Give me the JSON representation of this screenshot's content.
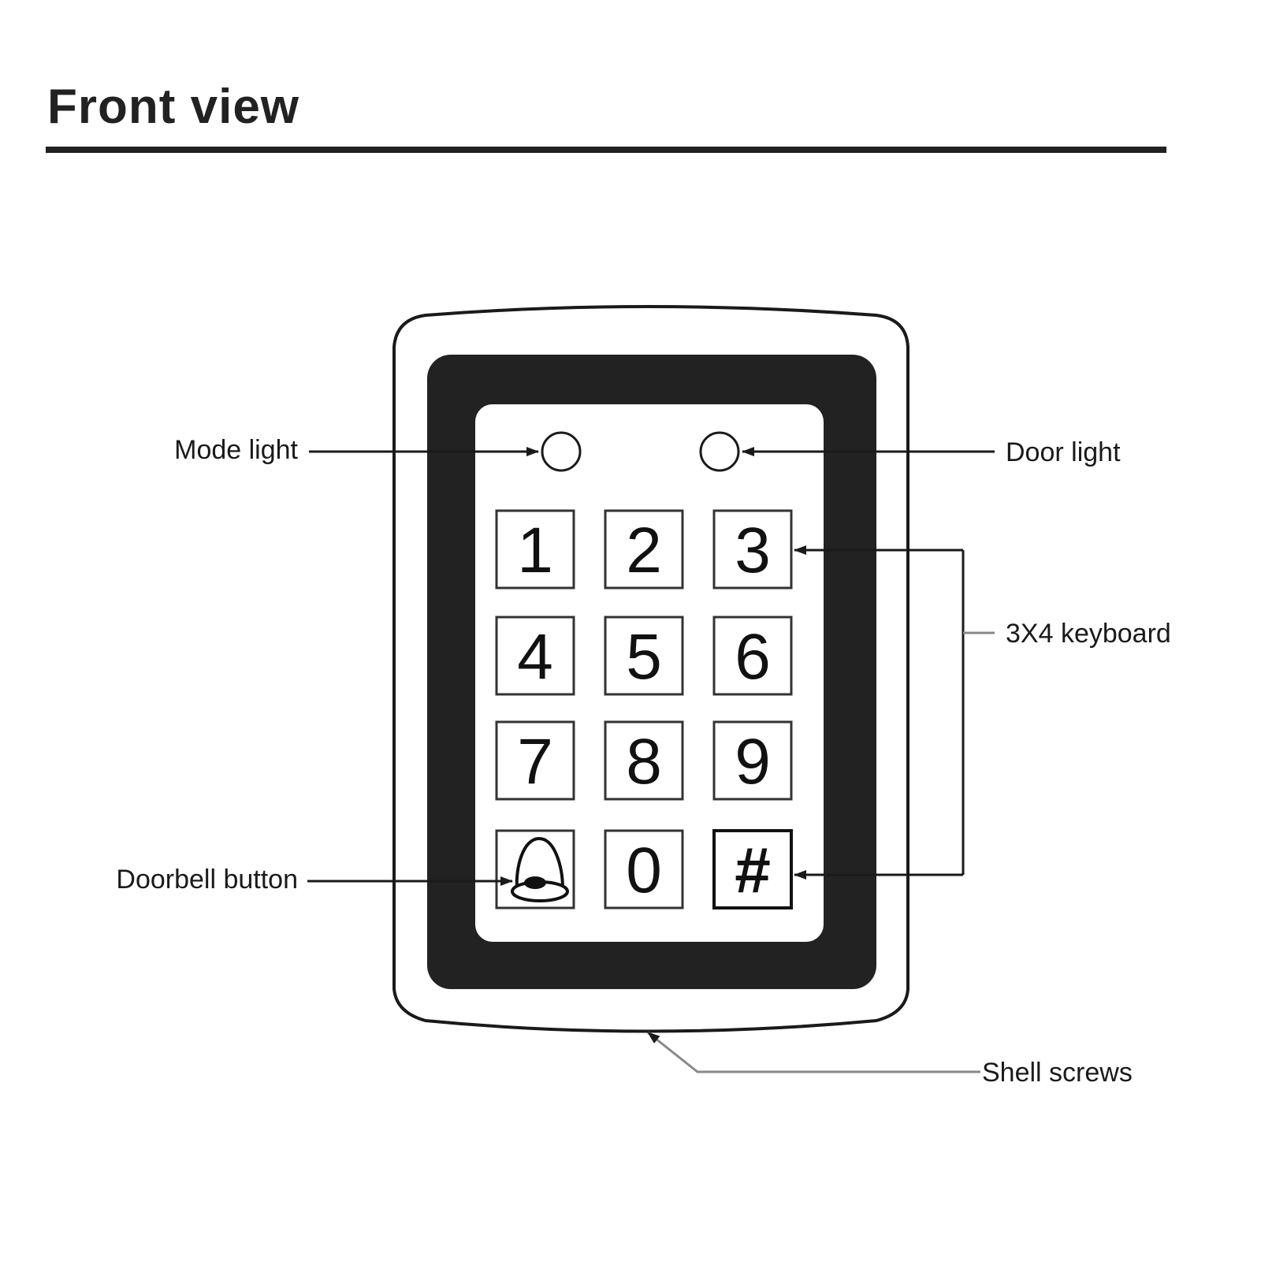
{
  "title": "Front view",
  "device": {
    "indicators": [
      {
        "id": "mode",
        "label": "Mode light"
      },
      {
        "id": "door",
        "label": "Door light"
      }
    ],
    "keypad": {
      "label": "3X4 keyboard",
      "keys": [
        "1",
        "2",
        "3",
        "4",
        "5",
        "6",
        "7",
        "8",
        "9",
        "bell",
        "0",
        "#"
      ]
    },
    "doorbell_label": "Doorbell button",
    "screws_label": "Shell screws"
  },
  "colors": {
    "ink": "#1a1a1a",
    "bezel": "#222222",
    "key_border": "#333333",
    "leader_gray": "#888888"
  }
}
